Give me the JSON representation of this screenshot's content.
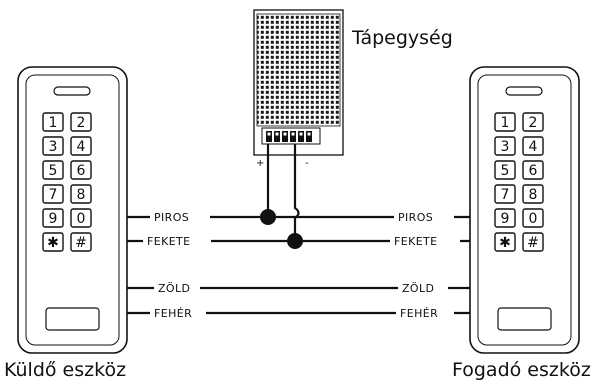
{
  "power_supply": {
    "label": "Tápegység",
    "positive": "+",
    "negative": "-"
  },
  "devices": {
    "left": {
      "label": "Küldő eszköz"
    },
    "right": {
      "label": "Fogadó eszköz"
    }
  },
  "keypad_keys": [
    [
      "1",
      "2"
    ],
    [
      "3",
      "4"
    ],
    [
      "5",
      "6"
    ],
    [
      "7",
      "8"
    ],
    [
      "9",
      "0"
    ],
    [
      "✱",
      "#"
    ]
  ],
  "wires": [
    {
      "id": "red",
      "left_label": "PIROS",
      "right_label": "PIROS"
    },
    {
      "id": "black",
      "left_label": "FEKETE",
      "right_label": "FEKETE"
    },
    {
      "id": "green",
      "left_label": "ZÖLD",
      "right_label": "ZÖLD"
    },
    {
      "id": "white",
      "left_label": "FEHÉR",
      "right_label": "FEHÉR"
    }
  ]
}
